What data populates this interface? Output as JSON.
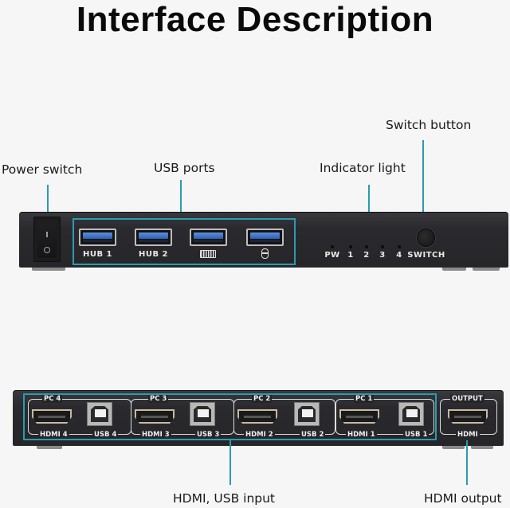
{
  "title": "Interface Description",
  "accent_color": "#2a9cb0",
  "front_panel": {
    "callouts": {
      "power_switch": "Power switch",
      "usb_ports": "USB ports",
      "indicator_light": "Indicator light",
      "switch_button": "Switch button"
    },
    "power_switch": {
      "on_symbol": "I",
      "off_symbol": "O"
    },
    "usb_ports": [
      {
        "label": "HUB 1",
        "icon": "none"
      },
      {
        "label": "HUB 2",
        "icon": "none"
      },
      {
        "label": "",
        "icon": "keyboard-icon"
      },
      {
        "label": "",
        "icon": "mouse-icon"
      }
    ],
    "indicators": [
      "PW",
      "1",
      "2",
      "3",
      "4"
    ],
    "switch_label": "SWITCH"
  },
  "rear_panel": {
    "callouts": {
      "input": "HDMI, USB input",
      "output": "HDMI output"
    },
    "inputs": [
      {
        "pc": "PC 4",
        "hdmi": "HDMI 4",
        "usb": "USB 4"
      },
      {
        "pc": "PC 3",
        "hdmi": "HDMI 3",
        "usb": "USB 3"
      },
      {
        "pc": "PC 2",
        "hdmi": "HDMI 2",
        "usb": "USB 2"
      },
      {
        "pc": "PC 1",
        "hdmi": "HDMI 1",
        "usb": "USB 1"
      }
    ],
    "output": {
      "top": "OUTPUT",
      "bottom": "HDMI"
    }
  }
}
